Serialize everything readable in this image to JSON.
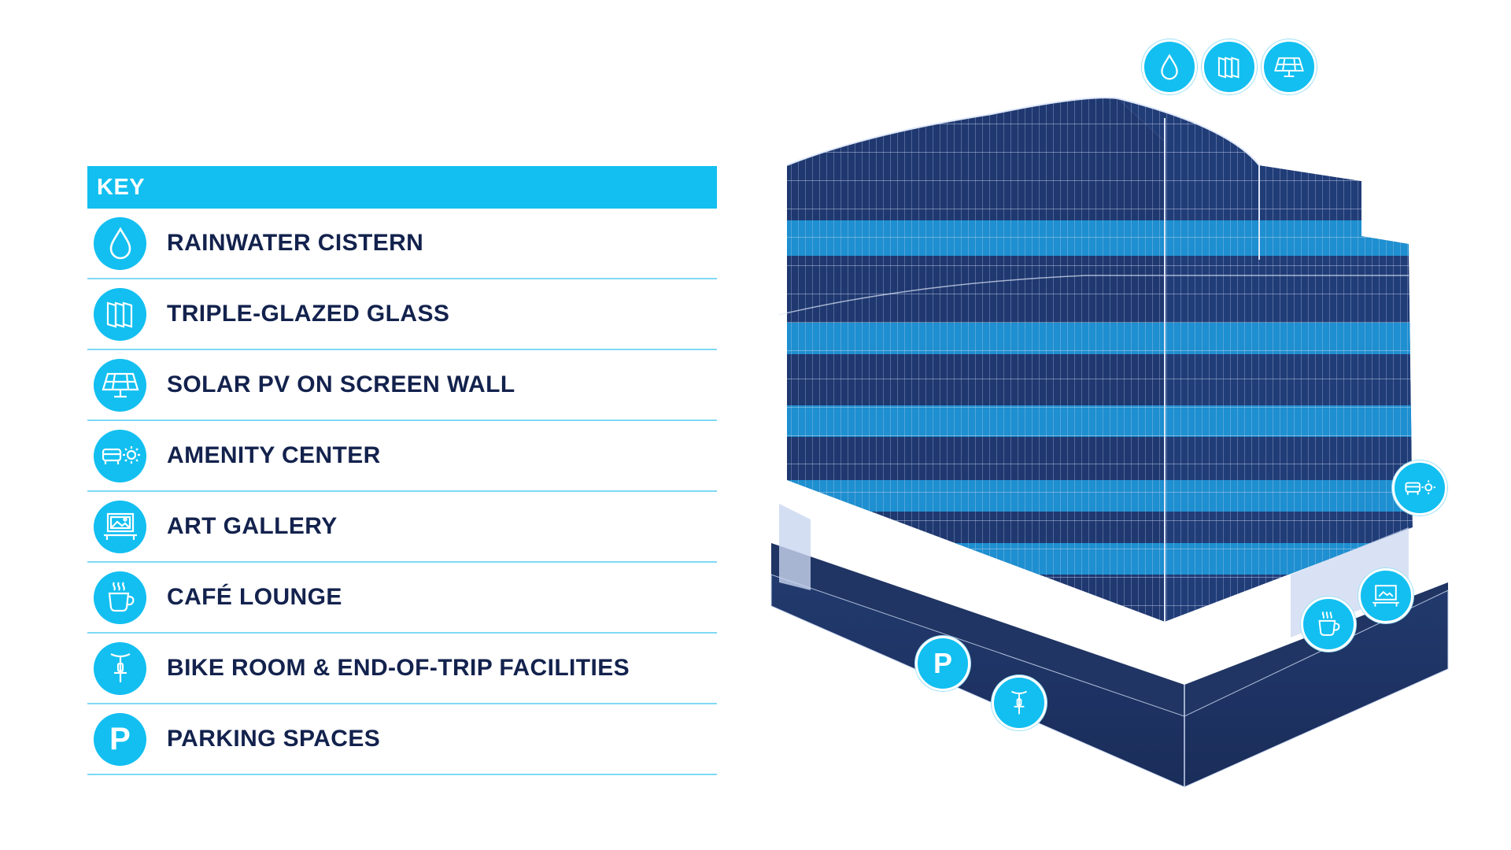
{
  "key": {
    "title": "KEY",
    "items": [
      {
        "label": "RAINWATER CISTERN",
        "icon": "water-drop-icon"
      },
      {
        "label": "TRIPLE-GLAZED GLASS",
        "icon": "glass-panes-icon"
      },
      {
        "label": "SOLAR PV ON SCREEN WALL",
        "icon": "solar-panel-icon"
      },
      {
        "label": "AMENITY CENTER",
        "icon": "sofa-sun-icon"
      },
      {
        "label": "ART GALLERY",
        "icon": "gallery-frame-icon"
      },
      {
        "label": "CAFÉ LOUNGE",
        "icon": "coffee-cup-icon"
      },
      {
        "label": "BIKE ROOM & END-OF-TRIP FACILITIES",
        "icon": "bicycle-icon"
      },
      {
        "label": "PARKING SPACES",
        "icon": "parking-icon"
      }
    ],
    "parking_glyph": "P"
  },
  "colors": {
    "accent": "#12bff0",
    "text": "#13224d",
    "divider": "#7fd9f5",
    "building_dark": "#1f3870",
    "building_light": "#1e8fd0",
    "podium": "#203563"
  }
}
